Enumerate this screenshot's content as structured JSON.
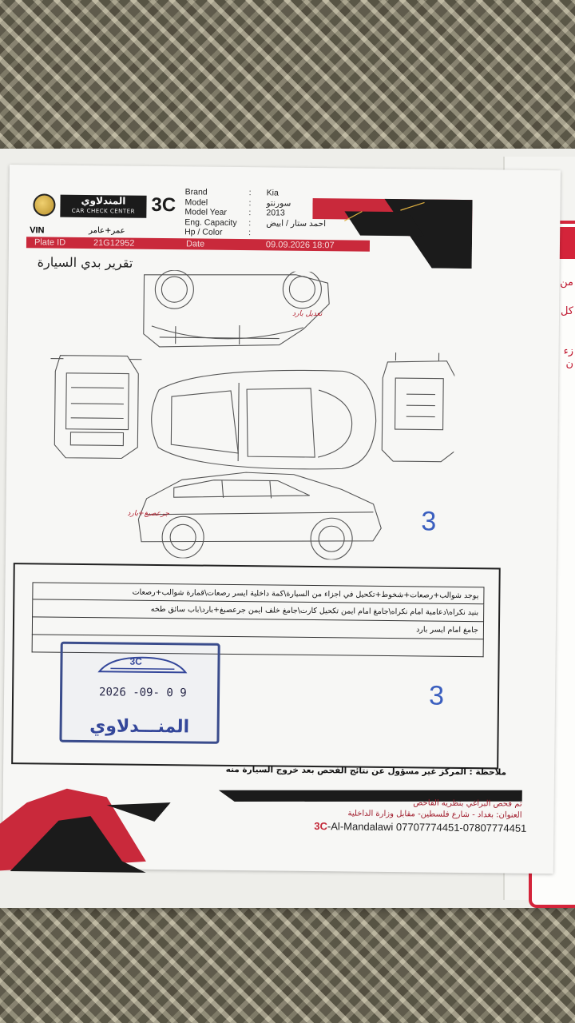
{
  "header": {
    "logo_ar": "المندلاوي",
    "logo_en": "CAR CHECK CENTER",
    "logo_3c": "3C",
    "fields": [
      {
        "label": "Brand",
        "value": "Kia"
      },
      {
        "label": "Model",
        "value": "سورنتو"
      },
      {
        "label": "Model Year",
        "value": "2013"
      },
      {
        "label": "Eng. Capacity",
        "value": ""
      },
      {
        "label": "Hp / Color",
        "value": "احمد ستار / ابيض"
      }
    ],
    "vin_label": "VIN",
    "vin_value": "عمر+عامر",
    "plate_label": "Plate ID",
    "plate_value": "21G12952",
    "date_label": "Date",
    "date_value": "09.09.2026 18:07"
  },
  "report": {
    "title": "تقرير بدي السيارة",
    "annotation_top": "تعديل بارد",
    "annotation_side": "جرعصبغ+بارد",
    "mark_top": "3",
    "mark_bottom": "3"
  },
  "notes": {
    "rows": [
      "يوجد شوالب+رصعات+شخوط+تكحيل في اجزاء من السيارة\\كمة داخلية ايسر رصعات\\قمارة شوالب+رصعات",
      "بنيد نكراه\\دعامية امام نكراه\\جامغ امام ايمن تكحيل كارت\\جامغ خلف ايمن جرعصبغ+بارد\\باب سائق طخه",
      "جامغ امام ايسر بارد",
      ""
    ]
  },
  "stamp": {
    "brand": "3C",
    "date": "2026 -09- 0 9",
    "name": "المنـــدلاوي"
  },
  "footer": {
    "disclaimer": "ملاحظة : المركز غير مسؤول عن نتائج الفحص بعد خروج السيارة منه",
    "line1": "تم فحص البراغي بنظريه الفاحص",
    "line2": "العنوان: بغداد - شارع فلسطين- مقابل وزارة الداخلية",
    "phone_brand": "3C",
    "phone_text": "-Al-Mandalawi 07707774451-07807774451"
  },
  "side_panel": {
    "snippets": [
      "من",
      "كل",
      "زء",
      "ن"
    ]
  },
  "colors": {
    "accent_red": "#c9293b",
    "dark": "#1b1b1b",
    "ink_blue": "#3b5fbf"
  }
}
